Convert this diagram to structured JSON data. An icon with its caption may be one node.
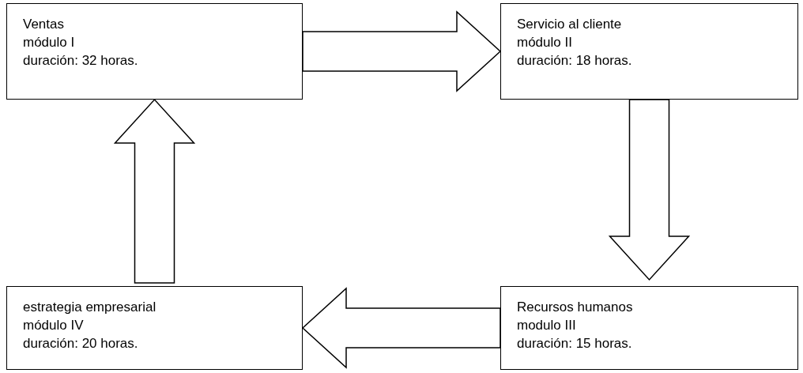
{
  "diagram": {
    "nodes": [
      {
        "text": [
          "Ventas",
          "módulo I",
          "duración: 32 horas."
        ]
      },
      {
        "text": [
          "Servicio al cliente",
          "módulo II",
          "duración: 18 horas."
        ]
      },
      {
        "text": [
          "Recursos humanos",
          "modulo III",
          "duración: 15 horas."
        ]
      },
      {
        "text": [
          "estrategia empresarial",
          "módulo IV",
          "duración: 20 horas."
        ]
      }
    ],
    "edges": [
      {
        "from": 0,
        "to": 1,
        "arrow": "to"
      },
      {
        "from": 1,
        "to": 2,
        "arrow": "to"
      },
      {
        "from": 2,
        "to": 3,
        "arrow": "to"
      },
      {
        "from": 3,
        "to": 0,
        "arrow": "to"
      }
    ]
  }
}
